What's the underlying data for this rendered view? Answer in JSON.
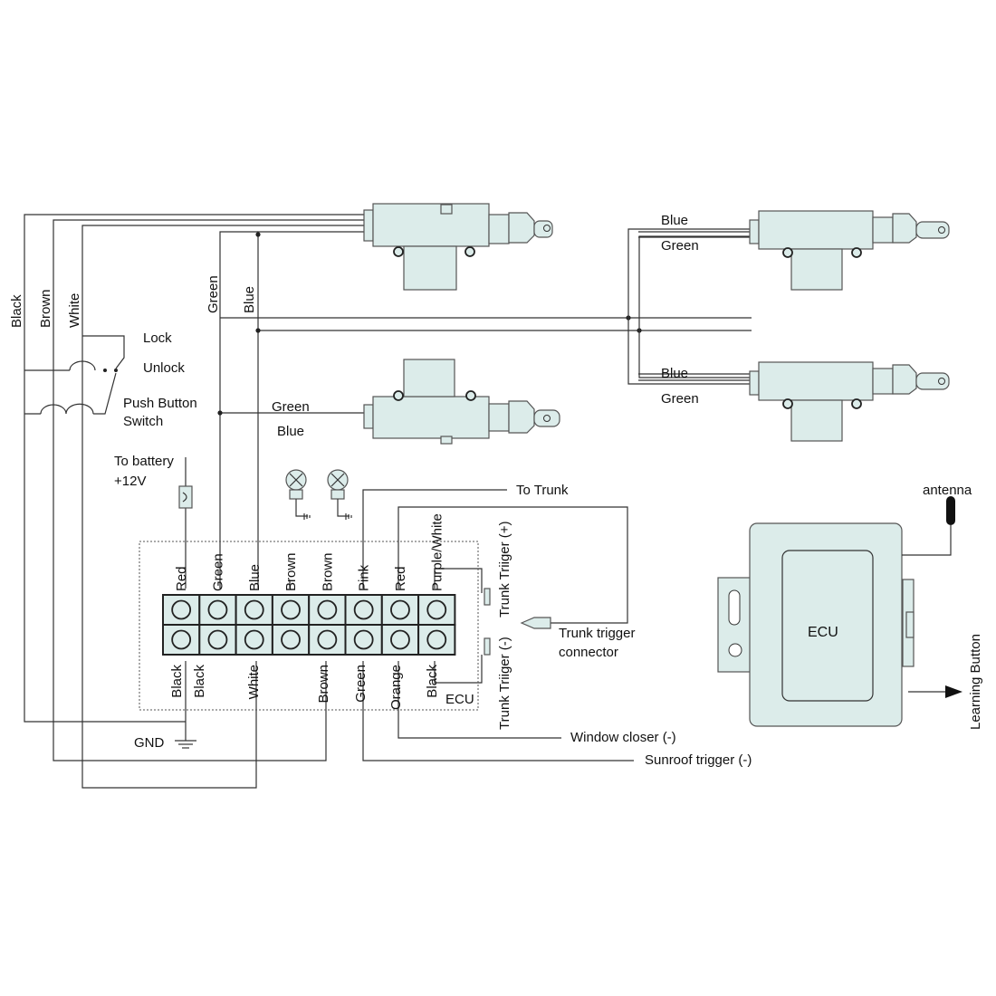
{
  "colors": {
    "accent": "#dcecea",
    "line": "#333333"
  },
  "wires_left": {
    "black": "Black",
    "brown": "Brown",
    "white": "White",
    "green": "Green",
    "blue": "Blue"
  },
  "switch": {
    "lock": "Lock",
    "unlock": "Unlock",
    "name_line1": "Push Button",
    "name_line2": "Switch"
  },
  "actuator_right_top": {
    "blue": "Blue",
    "green": "Green"
  },
  "actuator_right_bottom": {
    "blue": "Blue",
    "green": "Green"
  },
  "actuator_mid": {
    "green": "Green",
    "blue": "Blue"
  },
  "battery": {
    "line1": "To battery",
    "line2": "+12V"
  },
  "top_row": [
    "Red",
    "Green",
    "Blue",
    "Brown",
    "Brown",
    "Pink",
    "Red",
    "Purple/White"
  ],
  "bottom_row": [
    "Black",
    "Black",
    "White",
    "Brown",
    "Green",
    "Orange",
    "Black"
  ],
  "connector_label": "ECU",
  "trunk": {
    "to_trunk": "To Trunk",
    "trigger_pos": "Trunk Triiger (+)",
    "trigger_neg": "Trunk Triiger (-)",
    "connector_line1": "Trunk trigger",
    "connector_line2": "connector"
  },
  "outputs": {
    "gnd": "GND",
    "window": "Window closer (-)",
    "sunroof": "Sunroof trigger (-)"
  },
  "ecu": {
    "label": "ECU",
    "antenna": "antenna",
    "learning": "Learning Button"
  }
}
